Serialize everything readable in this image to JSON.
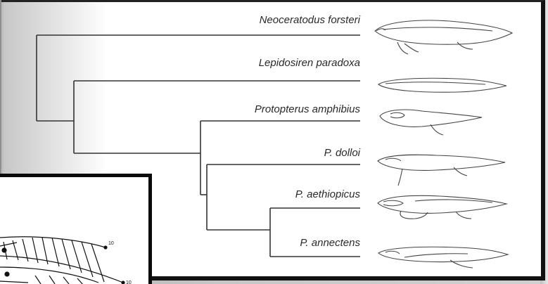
{
  "figure": {
    "taxa": [
      {
        "id": "neoceratodus",
        "name": "Neoceratodus forsteri"
      },
      {
        "id": "lepidosiren",
        "name": "Lepidosiren paradoxa"
      },
      {
        "id": "protopterus-amphibius",
        "name": "Protopterus amphibius"
      },
      {
        "id": "p-dolloi",
        "name": "P. dolloi"
      },
      {
        "id": "p-aethiopicus",
        "name": "P. aethiopicus"
      },
      {
        "id": "p-annectens",
        "name": "P. annectens"
      }
    ],
    "inset_tick_labels": [
      "10",
      "10"
    ]
  },
  "colors": {
    "line": "#333333",
    "frame": "#111111",
    "text": "#2a2a2a"
  },
  "icons": [
    "fish-neoceratodus-icon",
    "fish-lepidosiren-icon",
    "fish-protopterus-amphibius-icon",
    "fish-p-dolloi-icon",
    "fish-p-aethiopicus-icon",
    "fish-p-annectens-icon"
  ]
}
